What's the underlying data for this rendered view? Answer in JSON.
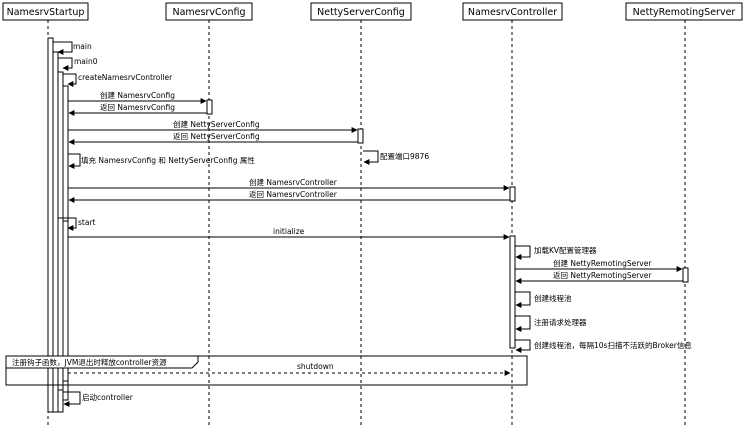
{
  "participants": [
    "NamesrvStartup",
    "NamesrvConfig",
    "NettyServerConfig",
    "NamesrvController",
    "NettyRemotingServer"
  ],
  "messages": [
    "main",
    "main0",
    "createNamesrvController",
    "创建 NamesrvConfig",
    "返回 NamesrvConfig",
    "创建 NettyServerConfig",
    "返回 NettyServerConfig",
    "配置端口9876",
    "填充 NamesrvConfig 和 NettyServerConfig 属性",
    "创建 NamesrvController",
    "返回 NamesrvController",
    "start",
    "initialize",
    "加载KV配置管理器",
    "创建 NettyRemotingServer",
    "返回 NettyRemotingServer",
    "创建线程池",
    "注册请求处理器",
    "创建线程池，每隔10s扫描不活跃的Broker信息",
    "shutdown",
    "启动controller"
  ],
  "notes": {
    "shutdown_hook": "注册钩子函数，JVM退出时释放controller资源"
  }
}
